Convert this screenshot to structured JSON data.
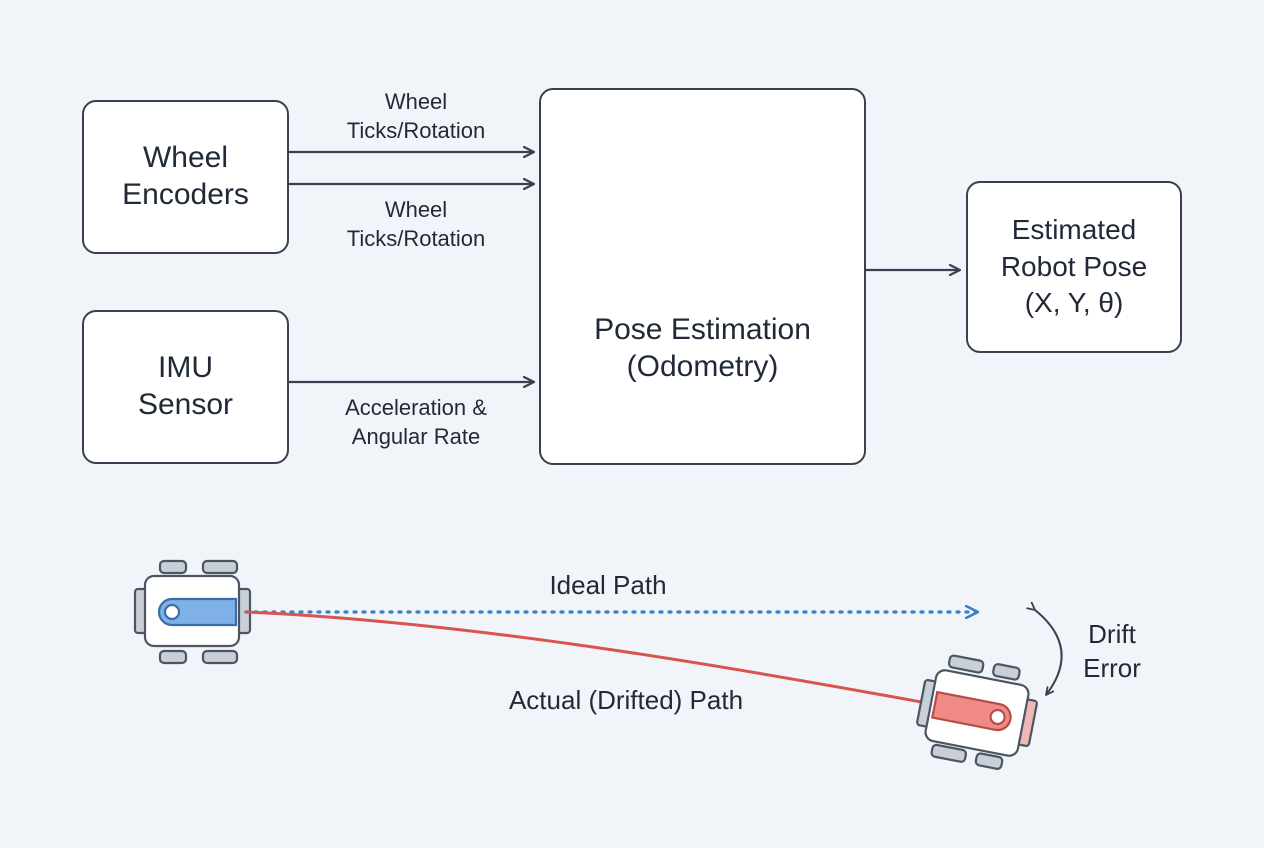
{
  "diagram": {
    "sources": {
      "wheel_encoders": {
        "line1": "Wheel",
        "line2": "Encoders"
      },
      "imu_sensor": {
        "line1": "IMU",
        "line2": "Sensor"
      }
    },
    "edges": {
      "ticks_top": {
        "line1": "Wheel",
        "line2": "Ticks/Rotation"
      },
      "ticks_bottom": {
        "line1": "Wheel",
        "line2": "Ticks/Rotation"
      },
      "imu": {
        "line1": "Acceleration &",
        "line2": "Angular Rate"
      }
    },
    "processor": {
      "line1": "Pose Estimation",
      "line2": "(Odometry)"
    },
    "output": {
      "line1": "Estimated",
      "line2": "Robot Pose",
      "line3": "(X, Y, θ)"
    },
    "drift_demo": {
      "ideal_path_label": "Ideal Path",
      "actual_path_label": "Actual (Drifted) Path",
      "drift_label_line1": "Drift",
      "drift_label_line2": "Error"
    },
    "icons": [
      "database-icon",
      "sigma-icon",
      "node-icon",
      "gear-icon",
      "calculator-icon",
      "robot-icon"
    ],
    "colors": {
      "ideal": "#3b82c4",
      "actual": "#d9534f",
      "stroke": "#374151"
    }
  }
}
